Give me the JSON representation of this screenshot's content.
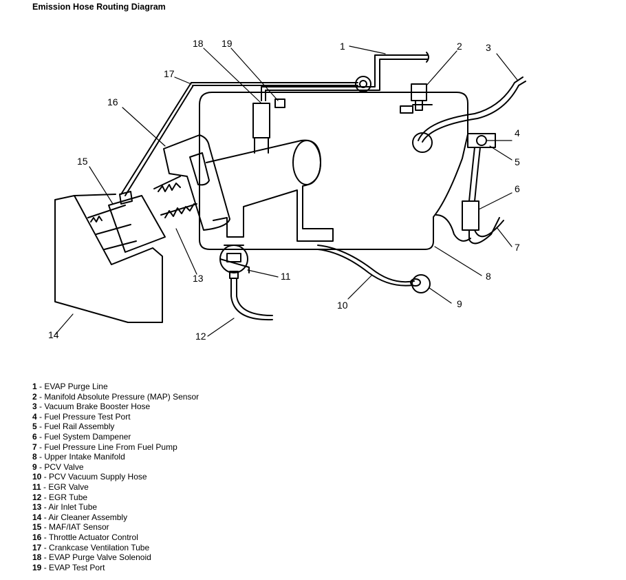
{
  "title": "Emission Hose Routing Diagram",
  "callouts": [
    {
      "num": "1",
      "label": "EVAP Purge Line"
    },
    {
      "num": "2",
      "label": "Manifold Absolute Pressure (MAP) Sensor"
    },
    {
      "num": "3",
      "label": "Vacuum Brake Booster Hose"
    },
    {
      "num": "4",
      "label": "Fuel Pressure Test Port"
    },
    {
      "num": "5",
      "label": "Fuel Rail Assembly"
    },
    {
      "num": "6",
      "label": "Fuel System Dampener"
    },
    {
      "num": "7",
      "label": "Fuel Pressure Line From Fuel Pump"
    },
    {
      "num": "8",
      "label": "Upper Intake Manifold"
    },
    {
      "num": "9",
      "label": "PCV Valve"
    },
    {
      "num": "10",
      "label": "PCV Vacuum Supply Hose"
    },
    {
      "num": "11",
      "label": "EGR Valve"
    },
    {
      "num": "12",
      "label": "EGR Tube"
    },
    {
      "num": "13",
      "label": "Air Inlet Tube"
    },
    {
      "num": "14",
      "label": "Air Cleaner Assembly"
    },
    {
      "num": "15",
      "label": "MAF/IAT Sensor"
    },
    {
      "num": "16",
      "label": "Throttle Actuator Control"
    },
    {
      "num": "17",
      "label": "Crankcase Ventilation Tube"
    },
    {
      "num": "18",
      "label": "EVAP Purge Valve Solenoid"
    },
    {
      "num": "19",
      "label": "EVAP Test Port"
    }
  ]
}
